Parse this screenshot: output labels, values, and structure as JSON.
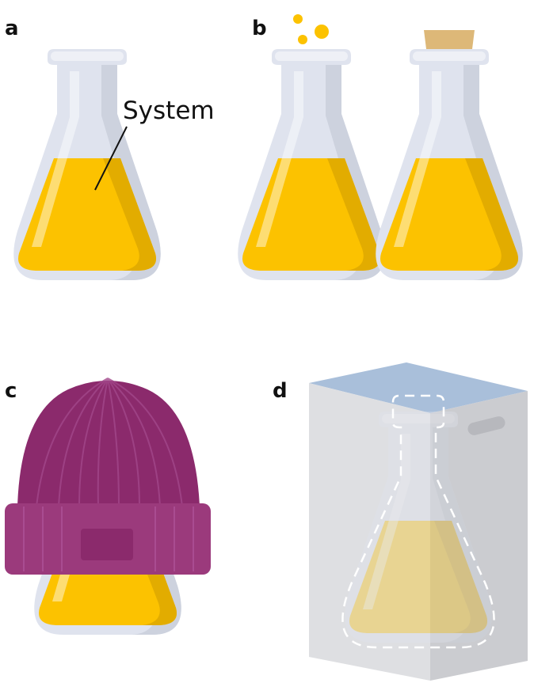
{
  "panels": {
    "a": {
      "label": "a",
      "callout": "System"
    },
    "b": {
      "label": "b"
    },
    "c": {
      "label": "c"
    },
    "d": {
      "label": "d"
    }
  },
  "colors": {
    "glass": "#dfe3ee",
    "glass_shade": "#cdd2de",
    "liquid": "#fcc200",
    "liquid_shade": "#e2ac00",
    "cork": "#ddb878",
    "bubble": "#fcc200",
    "hat": "#8b2a6c",
    "hat_cuff": "#9b3a7c",
    "box_side": "#dcdde0",
    "box_side_dark": "#c8c9cd",
    "box_lid": "#a9bfda"
  }
}
